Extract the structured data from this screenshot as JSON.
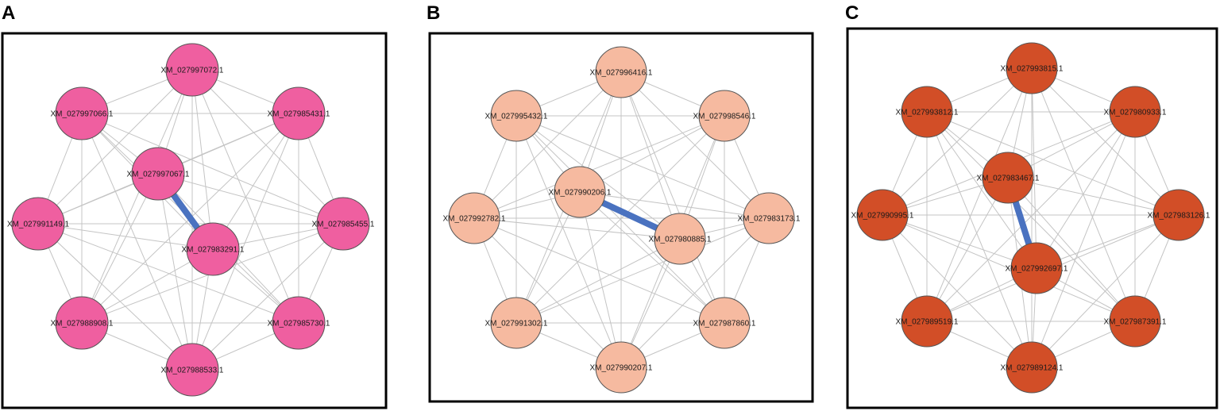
{
  "colors": {
    "edge": "#c4c4c4",
    "hub_edge": "#4a72c0",
    "node_stroke": "#555555",
    "frame": "#000000"
  },
  "panels": [
    {
      "letter": "A",
      "node_color": "#ef5fa0",
      "ring": [
        "XM_027997072.1",
        "XM_027985431.1",
        "XM_027985455.1",
        "XM_027985730.1",
        "XM_027988533.1",
        "XM_027988908.1",
        "XM_027991149.1",
        "XM_027997066.1"
      ],
      "hubs": [
        "XM_027997067.1",
        "XM_027983291.1"
      ]
    },
    {
      "letter": "B",
      "node_color": "#f6baa0",
      "ring": [
        "XM_027996416.1",
        "XM_027998546.1",
        "XM_027983173.1",
        "XM_027987860.1",
        "XM_027990207.1",
        "XM_027991302.1",
        "XM_027992782.1",
        "XM_027995432.1"
      ],
      "hubs": [
        "XM_027990206.1",
        "XM_027980885.1"
      ]
    },
    {
      "letter": "C",
      "node_color": "#d24e27",
      "ring": [
        "XM_027993815.1",
        "XM_027980933.1",
        "XM_027983126.1",
        "XM_027987391.1",
        "XM_027989124.1",
        "XM_027989519.1",
        "XM_027990995.1",
        "XM_027993812.1"
      ],
      "hubs": [
        "XM_027983467.1",
        "XM_027992697.1"
      ]
    }
  ]
}
